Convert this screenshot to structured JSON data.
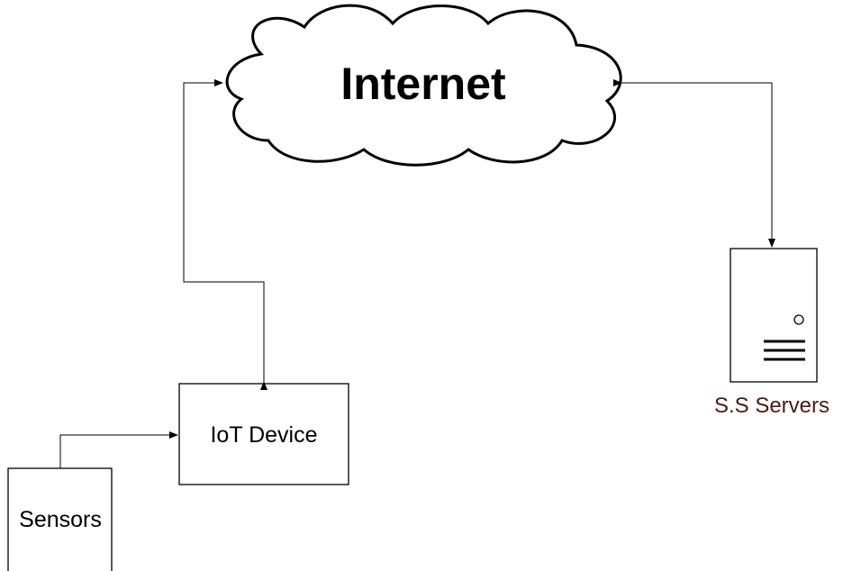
{
  "nodes": {
    "internet": {
      "label": "Internet",
      "shape": "cloud"
    },
    "iot_device": {
      "label": "IoT Device"
    },
    "sensors": {
      "label": "Sensors"
    },
    "servers": {
      "label": "S.S Servers",
      "icon": "server-icon"
    }
  },
  "connections": [
    {
      "from": "sensors",
      "to": "iot_device",
      "direction": "one-way"
    },
    {
      "from": "iot_device",
      "to": "internet",
      "direction": "two-way"
    },
    {
      "from": "internet",
      "to": "servers",
      "direction": "two-way"
    }
  ],
  "colors": {
    "line": "#000000",
    "server_label": "#4a1a14",
    "background": "#ffffff"
  }
}
